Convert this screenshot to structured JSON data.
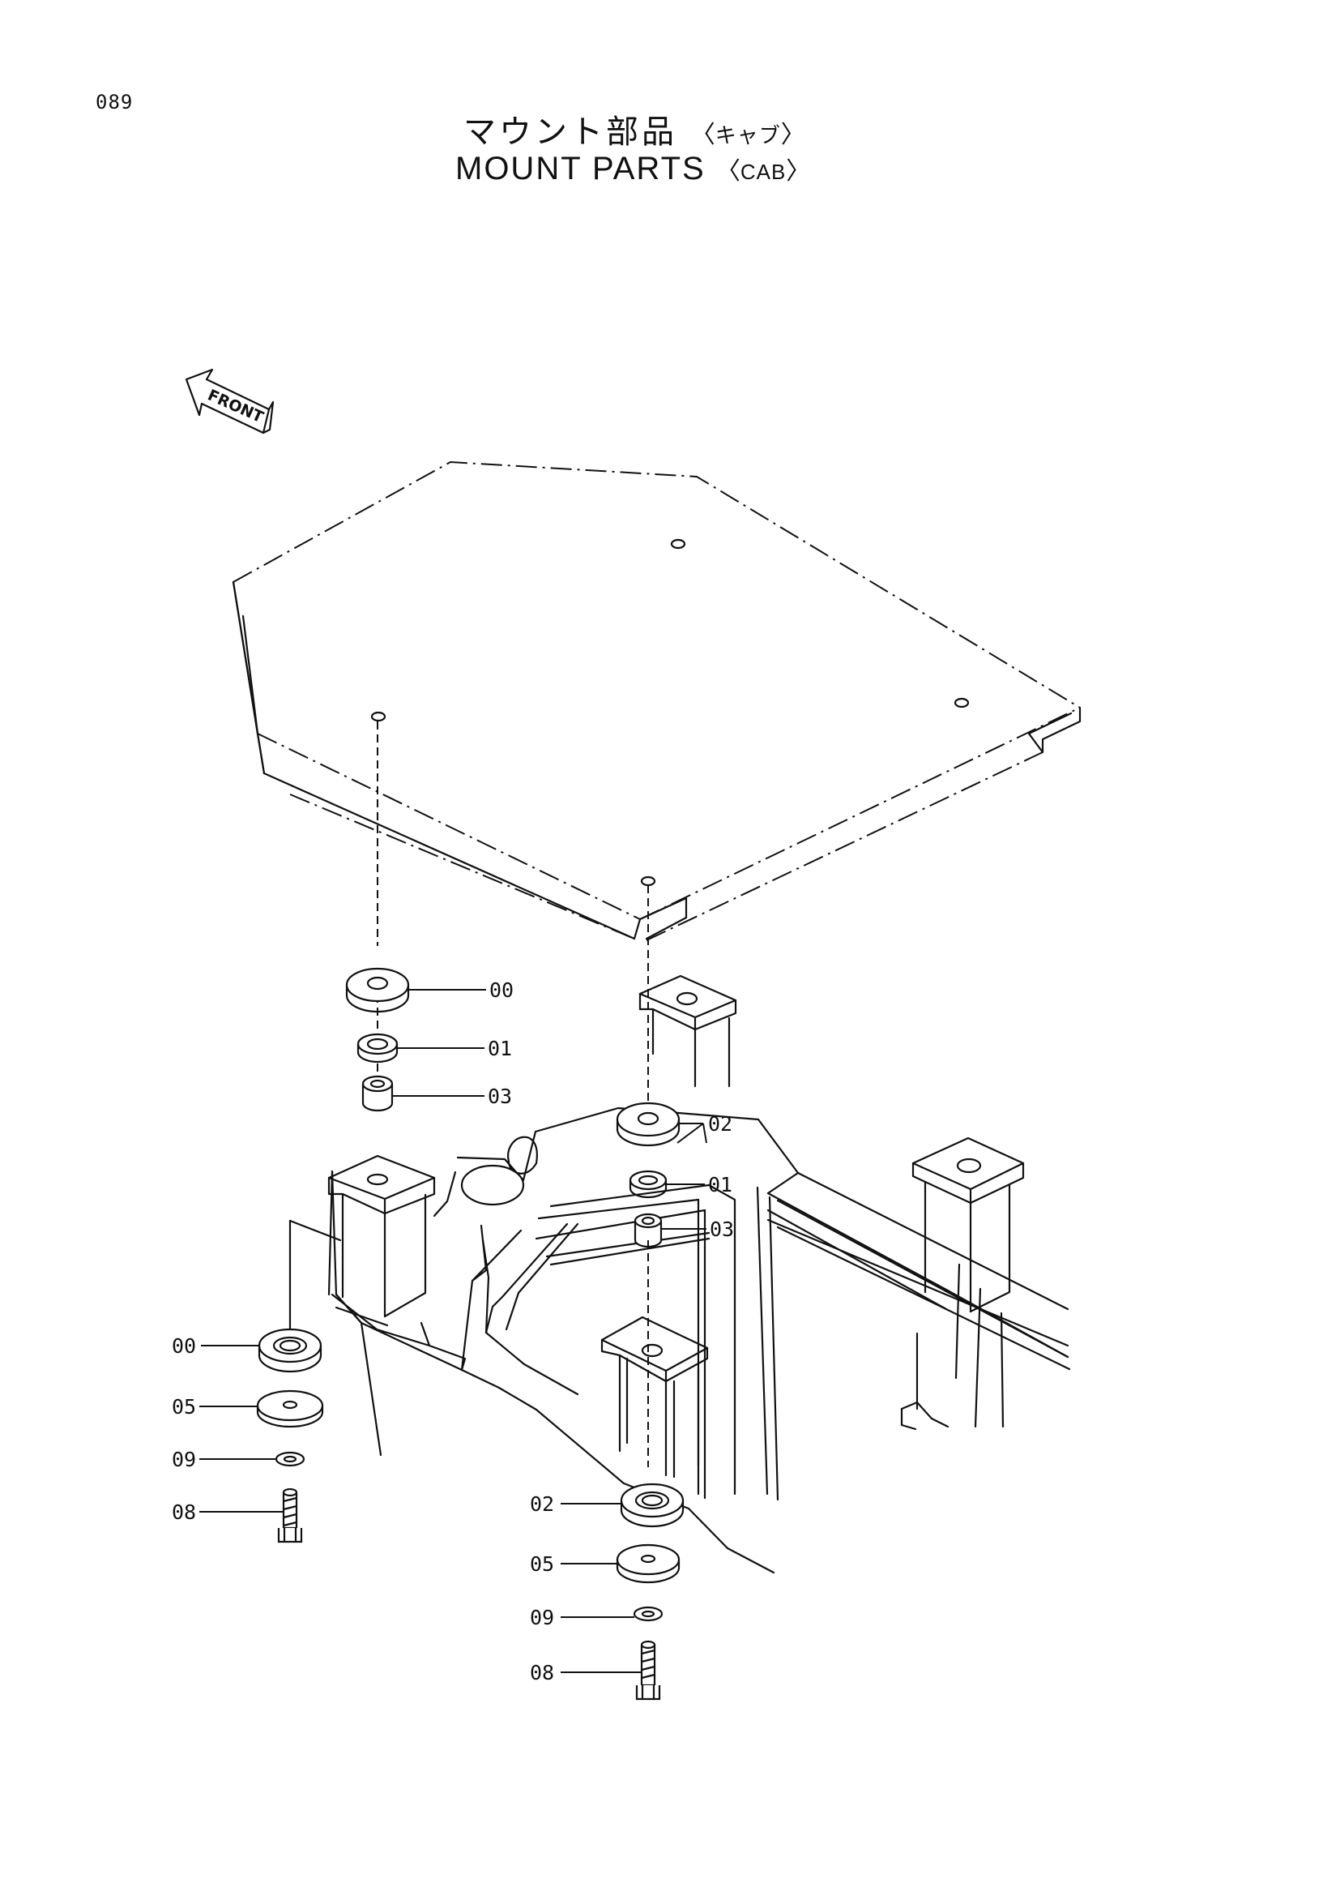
{
  "page": {
    "number": "089"
  },
  "title": {
    "japanese": "マウント部品",
    "japanese_tag": "キャブ",
    "english": "MOUNT PARTS",
    "english_tag": "CAB"
  },
  "front_indicator": {
    "label": "FRONT"
  },
  "callouts": {
    "left": [
      "00",
      "01",
      "03",
      "00",
      "05",
      "09",
      "08"
    ],
    "right": [
      "02",
      "01",
      "03",
      "02",
      "05",
      "09",
      "08"
    ]
  },
  "diagram": {
    "icons": [
      "front-arrow-icon"
    ],
    "components": [
      "cab-floor-plate",
      "mount-rubber",
      "collar",
      "washer",
      "spring-washer",
      "bolt",
      "upper-frame"
    ]
  }
}
